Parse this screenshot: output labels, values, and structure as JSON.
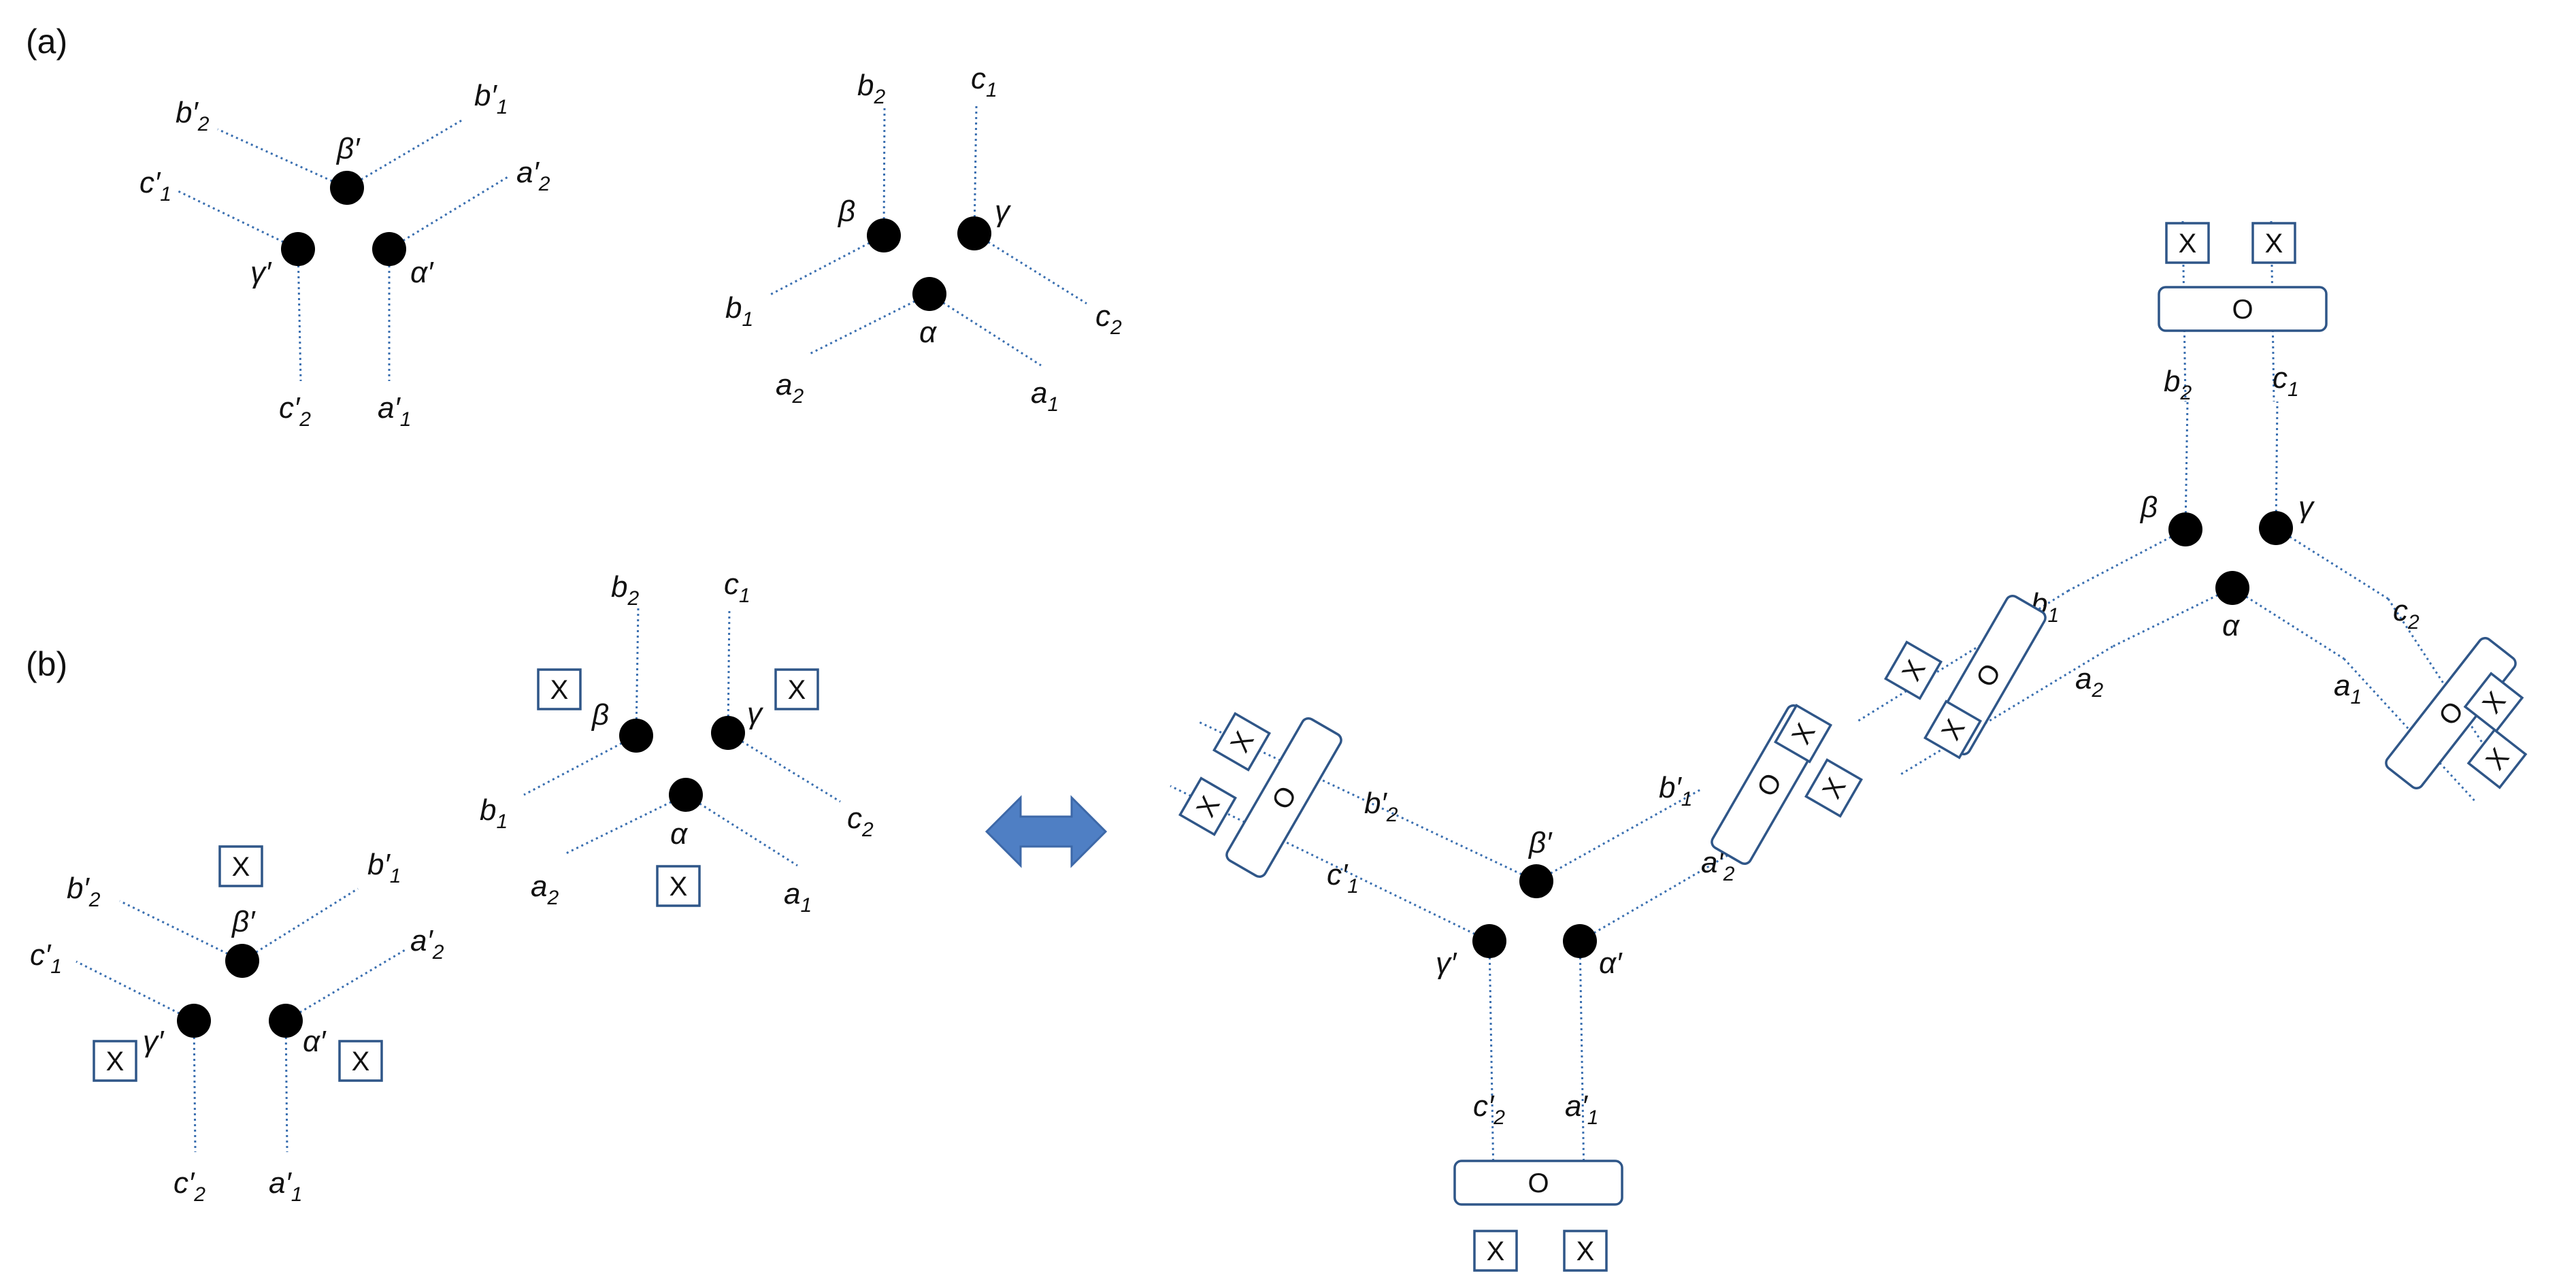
{
  "panels": {
    "a": "(a)",
    "b": "(b)"
  },
  "symbols": {
    "x": "X",
    "o": "O"
  },
  "nodes": {
    "alpha": "α",
    "beta": "β",
    "gamma": "γ",
    "alpha_p": "α′",
    "beta_p": "β′",
    "gamma_p": "γ′"
  },
  "legs": {
    "a1": {
      "base": "a",
      "sub": "1"
    },
    "a2": {
      "base": "a",
      "sub": "2"
    },
    "b1": {
      "base": "b",
      "sub": "1"
    },
    "b2": {
      "base": "b",
      "sub": "2"
    },
    "c1": {
      "base": "c",
      "sub": "1"
    },
    "c2": {
      "base": "c",
      "sub": "2"
    },
    "a1p": {
      "base": "a′",
      "sub": "1"
    },
    "a2p": {
      "base": "a′",
      "sub": "2"
    },
    "b1p": {
      "base": "b′",
      "sub": "1"
    },
    "b2p": {
      "base": "b′",
      "sub": "2"
    },
    "c1p": {
      "base": "c′",
      "sub": "1"
    },
    "c2p": {
      "base": "c′",
      "sub": "2"
    }
  }
}
